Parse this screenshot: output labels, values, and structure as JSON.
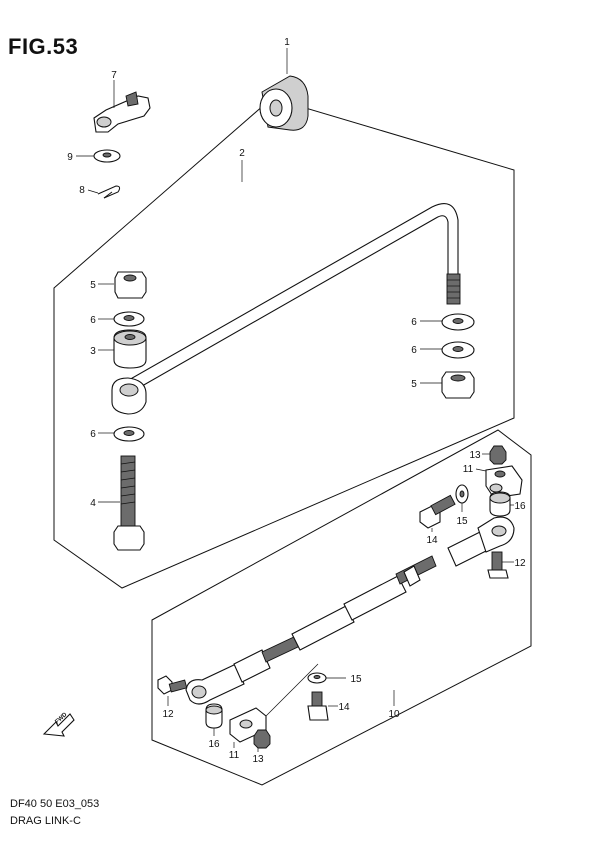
{
  "figure": {
    "title": "FIG.53",
    "footer_code": "DF40 50 E03_053",
    "footer_name": "DRAG LINK-C",
    "fwd_label": "FWD"
  },
  "callouts": [
    {
      "id": "c-1",
      "label": "1"
    },
    {
      "id": "c-7",
      "label": "7"
    },
    {
      "id": "c-9",
      "label": "9"
    },
    {
      "id": "c-8",
      "label": "8"
    },
    {
      "id": "c-2",
      "label": "2"
    },
    {
      "id": "c-5a",
      "label": "5"
    },
    {
      "id": "c-6a",
      "label": "6"
    },
    {
      "id": "c-3",
      "label": "3"
    },
    {
      "id": "c-6b",
      "label": "6"
    },
    {
      "id": "c-4",
      "label": "4"
    },
    {
      "id": "c-6c",
      "label": "6"
    },
    {
      "id": "c-6d",
      "label": "6"
    },
    {
      "id": "c-5b",
      "label": "5"
    },
    {
      "id": "c-13a",
      "label": "13"
    },
    {
      "id": "c-11a",
      "label": "11"
    },
    {
      "id": "c-16a",
      "label": "16"
    },
    {
      "id": "c-15a",
      "label": "15"
    },
    {
      "id": "c-14a",
      "label": "14"
    },
    {
      "id": "c-12a",
      "label": "12"
    },
    {
      "id": "c-15b",
      "label": "15"
    },
    {
      "id": "c-14b",
      "label": "14"
    },
    {
      "id": "c-10",
      "label": "10"
    },
    {
      "id": "c-12b",
      "label": "12"
    },
    {
      "id": "c-16b",
      "label": "16"
    },
    {
      "id": "c-11b",
      "label": "11"
    },
    {
      "id": "c-13b",
      "label": "13"
    }
  ]
}
